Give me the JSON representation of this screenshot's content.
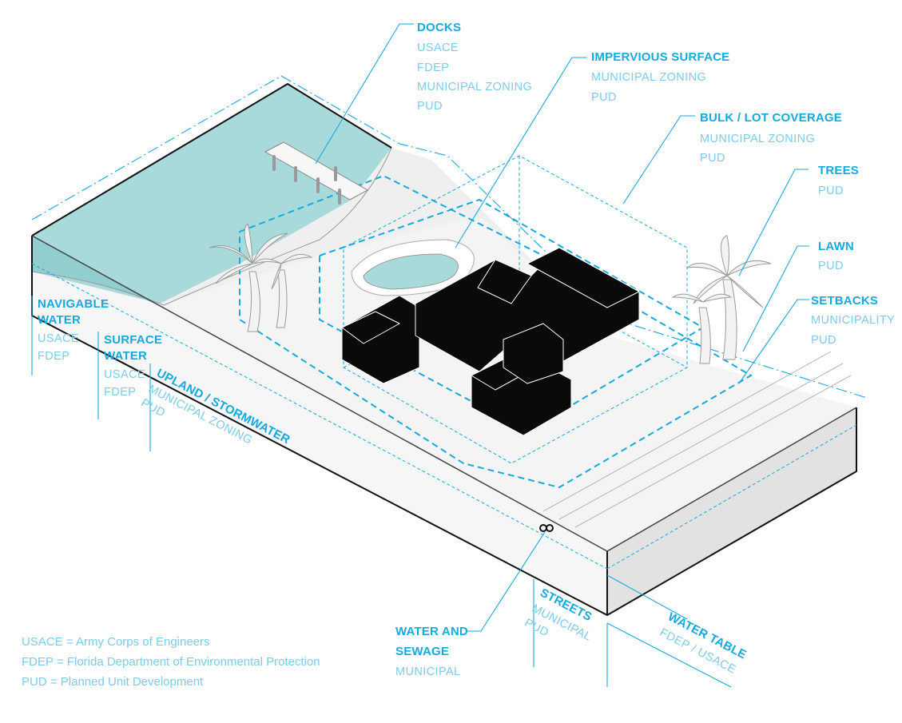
{
  "labels": {
    "docks": {
      "title": "DOCKS",
      "lines": [
        "USACE",
        "FDEP",
        "MUNICIPAL ZONING",
        "PUD"
      ]
    },
    "impervious": {
      "title": "IMPERVIOUS SURFACE",
      "lines": [
        "MUNICIPAL ZONING",
        "PUD"
      ]
    },
    "bulk": {
      "title": "BULK / LOT COVERAGE",
      "lines": [
        "MUNICIPAL ZONING",
        "PUD"
      ]
    },
    "trees": {
      "title": "TREES",
      "lines": [
        "PUD"
      ]
    },
    "lawn": {
      "title": "LAWN",
      "lines": [
        "PUD"
      ]
    },
    "setbacks": {
      "title": "SETBACKS",
      "lines": [
        "MUNICIPALITY",
        "PUD"
      ]
    },
    "navigable": {
      "title": [
        "NAVIGABLE",
        "WATER"
      ],
      "lines": [
        "USACE",
        "FDEP"
      ]
    },
    "surface": {
      "title": [
        "SURFACE",
        "WATER"
      ],
      "lines": [
        "USACE",
        "FDEP"
      ]
    },
    "upland": {
      "title": "UPLAND / STORMWATER",
      "lines": [
        "MUNICIPAL ZONING",
        "PUD"
      ]
    },
    "sewage": {
      "title": [
        "WATER AND",
        "SEWAGE"
      ],
      "lines": [
        "MUNICIPAL"
      ]
    },
    "streets": {
      "title": "STREETS",
      "lines": [
        "MUNICIPAL",
        "PUD"
      ]
    },
    "watertable": {
      "title": "WATER TABLE",
      "lines": [
        "FDEP / USACE"
      ]
    }
  },
  "legend": [
    "USACE = Army Corps of Engineers",
    "FDEP = Florida Department of Environmental Protection",
    "PUD = Planned Unit Development"
  ],
  "colors": {
    "accent": "#16a9de",
    "accent_light": "#7ccbe9",
    "water": "#a9dadb",
    "ground": "#f0f0f0",
    "house": "#0a0a0a"
  }
}
